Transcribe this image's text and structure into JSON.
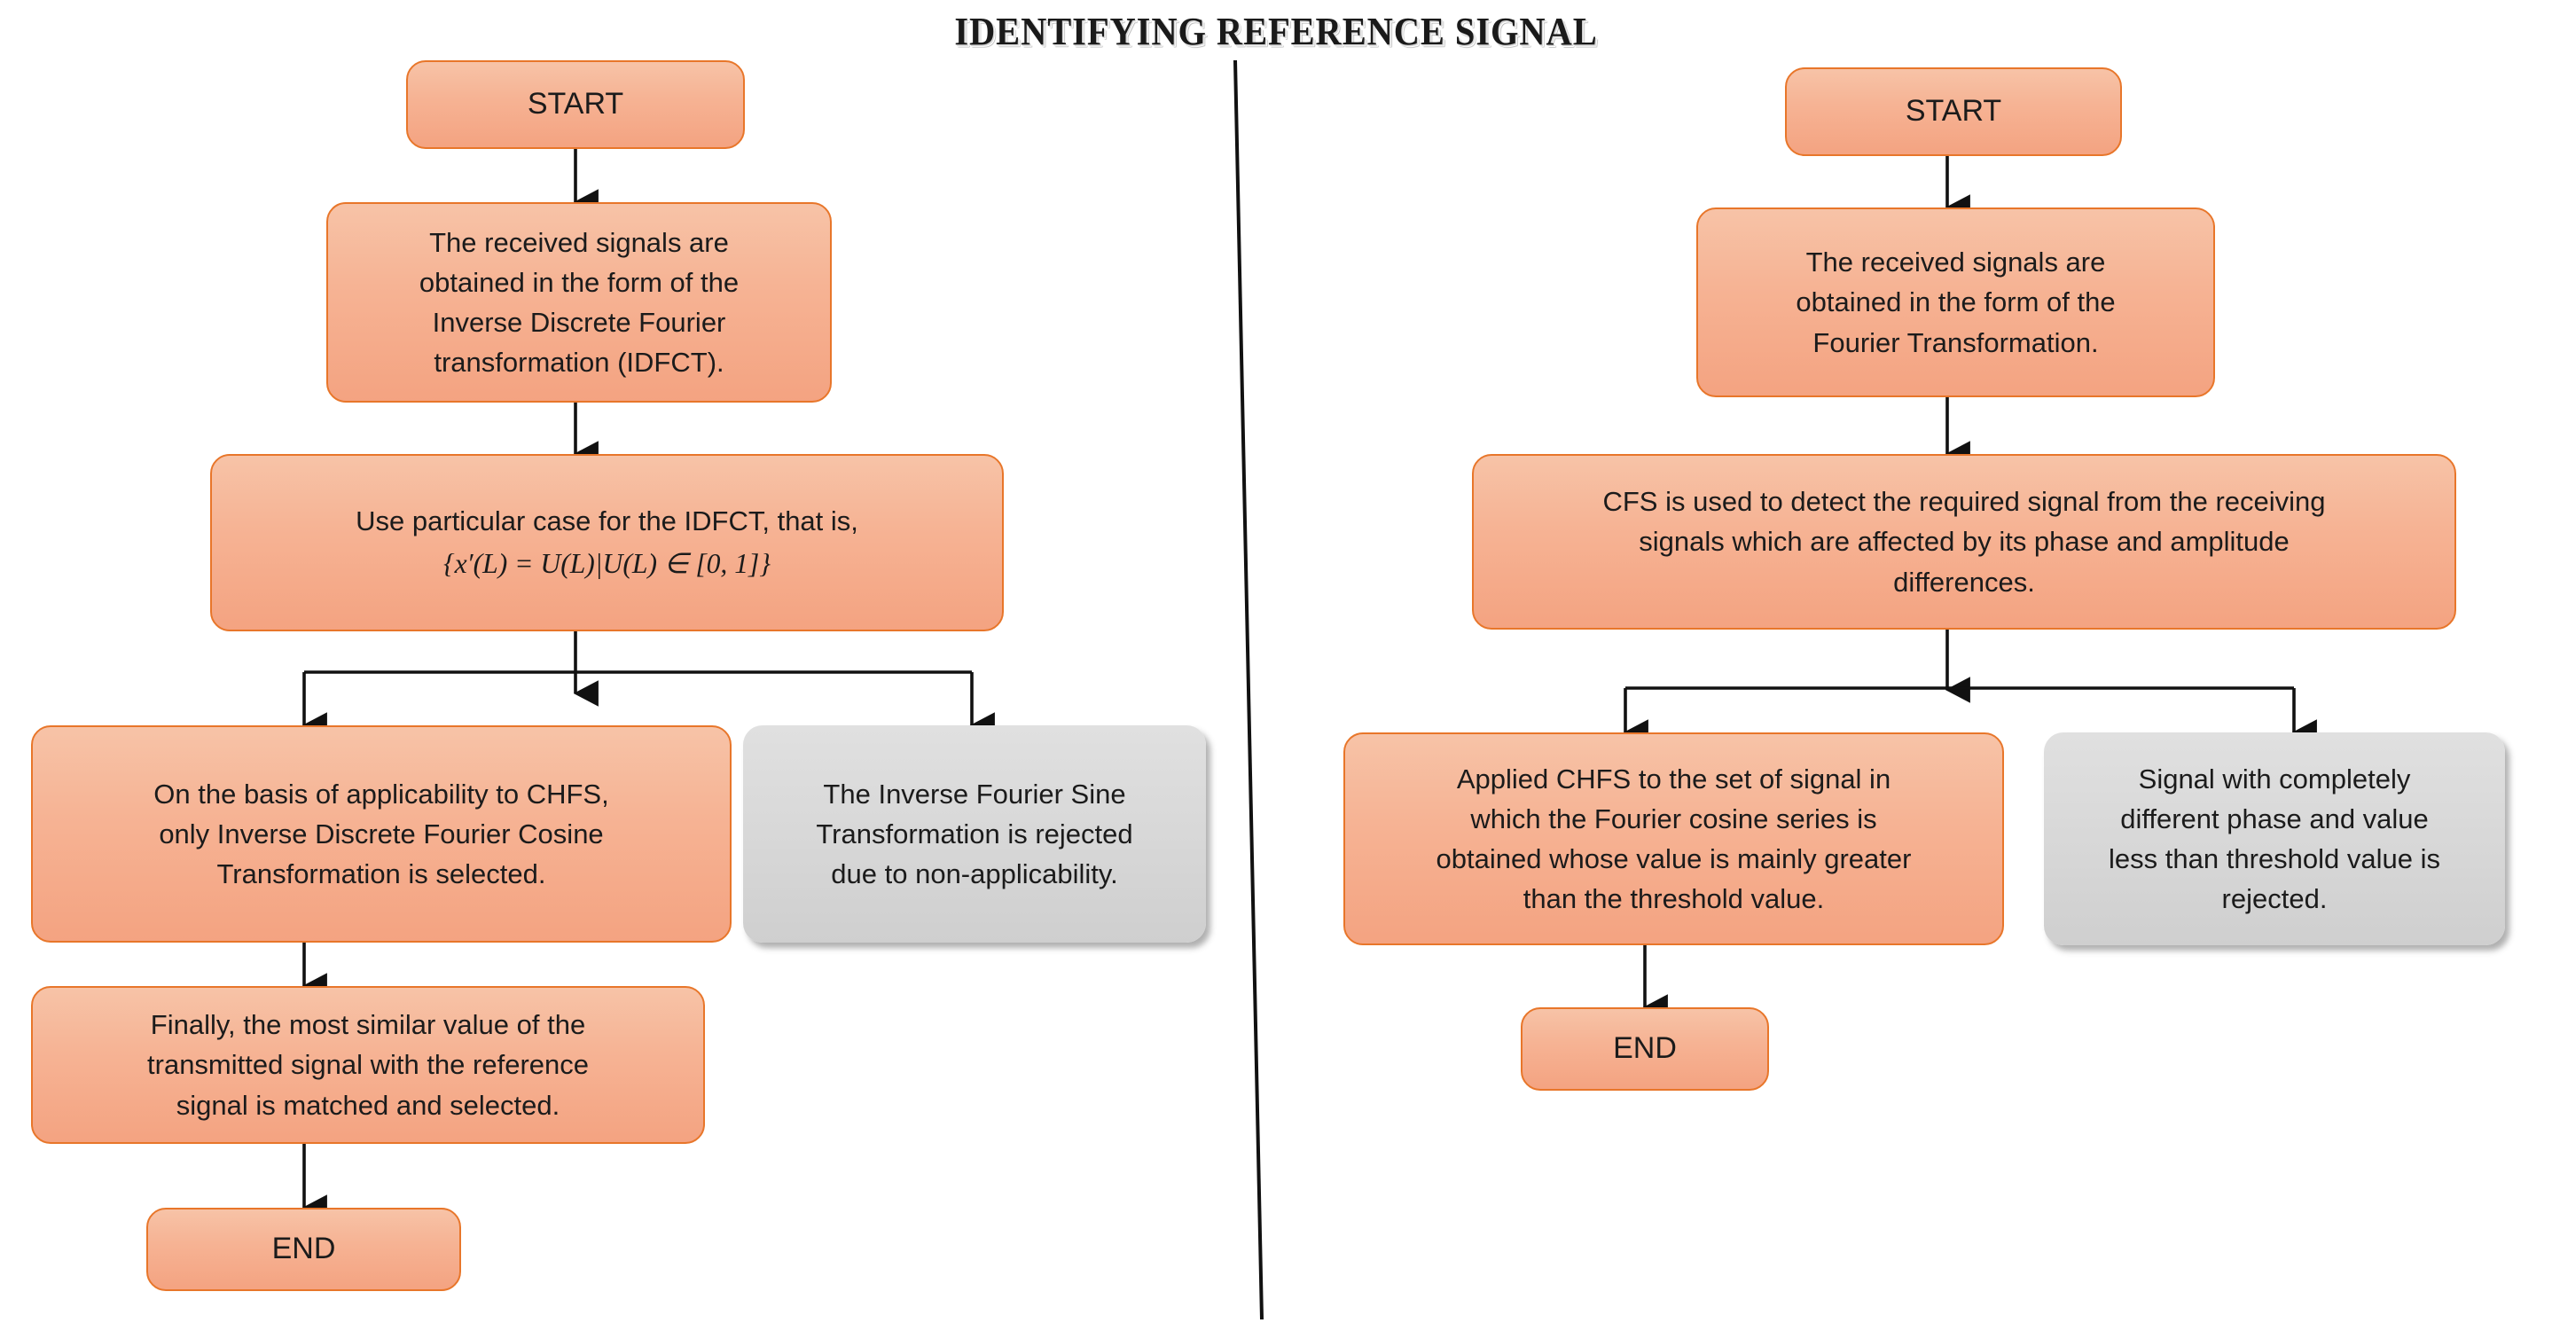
{
  "title": "IDENTIFYING REFERENCE SIGNAL",
  "colors": {
    "node_fill_top": "#f7c3a7",
    "node_fill_bottom": "#f4a381",
    "node_border": "#e8762a",
    "rejected_fill": "#d7d7d7",
    "connector": "#111111",
    "text": "#1b1b1b",
    "background": "#ffffff"
  },
  "left_flow": {
    "name": "Inverse Discrete Fourier Transformation flow",
    "nodes": {
      "start": "START",
      "received_signals": "The received signals are\nobtained in the form of the\nInverse Discrete Fourier\ntransformation (IDFCT).",
      "particular_case_line1": "Use particular case for the IDFCT, that is,",
      "particular_case_line2": "{x′(L) = U(L)|U(L) ∈ [0, 1]}",
      "selected_branch": "On the basis of applicability to CHFS,\nonly Inverse Discrete Fourier Cosine\nTransformation is selected.",
      "rejected_branch": "The Inverse Fourier Sine\nTransformation is rejected\ndue to non-applicability.",
      "final_match": "Finally, the most similar value of the\ntransmitted signal with the reference\nsignal is matched and selected.",
      "end": "END"
    }
  },
  "right_flow": {
    "name": "Fourier Transformation / CFS flow",
    "nodes": {
      "start": "START",
      "received_signals": "The received signals are\nobtained in the form of the\nFourier Transformation.",
      "cfs_detect": "CFS  is used to detect the required signal from the receiving\nsignals which are affected by  its phase and amplitude\ndifferences.",
      "accepted_branch": "Applied CHFS to the set of signal in\nwhich the Fourier cosine series is\nobtained whose value is mainly greater\nthan the threshold value.",
      "rejected_branch": "Signal with completely\ndifferent phase and value\nless than threshold value is\nrejected.",
      "end": "END"
    }
  }
}
